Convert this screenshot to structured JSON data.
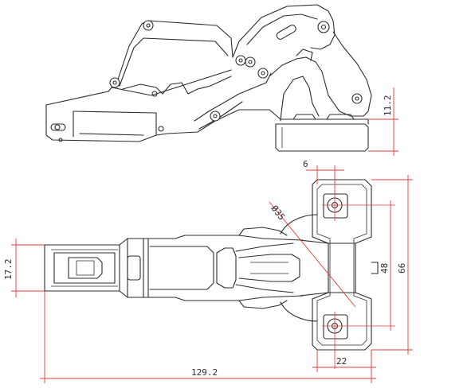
{
  "colors": {
    "outline": "#2b2b2b",
    "dimension": "#e23b3b",
    "background": "#ffffff"
  },
  "dimensions": {
    "top_right_vertical": "11.2",
    "top_gap": "6",
    "diameter": "Ø35",
    "left_height": "17.2",
    "plate_inner_height": "48",
    "plate_outer_height": "66",
    "plate_width": "22",
    "overall_length": "129.2"
  }
}
